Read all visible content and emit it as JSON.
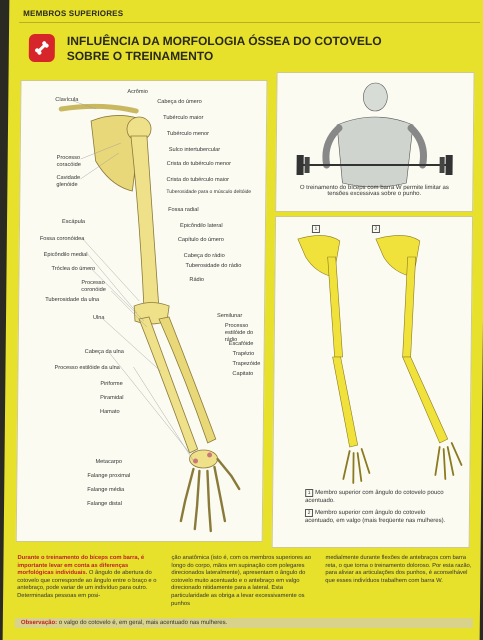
{
  "header": {
    "section": "MEMBROS SUPERIORES"
  },
  "title": {
    "line1": "INFLUÊNCIA DA MORFOLOGIA ÓSSEA DO COTOVELO",
    "line2": "SOBRE O TREINAMENTO"
  },
  "icon": "bone-icon",
  "colors": {
    "page": "#e7e12c",
    "badge": "#d6262a",
    "bone": "#f0e23a",
    "accent": "#c0202a"
  },
  "labels_left": {
    "clavicula": "Clavícula",
    "processo_coracoide": "Processo coracóide",
    "cavidade_glenoide": "Cavidade glenóide",
    "escapula": "Escápula",
    "fossa_coronoidea": "Fossa coronóidea",
    "epicondilo_medial": "Epicôndilo medial",
    "troclea": "Tróclea do úmero",
    "processo_coronoide": "Processo coronóide",
    "tuberosidade_ulna": "Tuberosidade da ulna",
    "ulna": "Ulna",
    "cabeca_ulna": "Cabeça da ulna",
    "processo_estiloide_ulna": "Processo estilóide da ulna",
    "piriforme": "Piriforme",
    "piramidal": "Piramidal",
    "hamato": "Hamato",
    "metacarpo": "Metacarpo",
    "falange_proximal": "Falange proximal",
    "falange_media": "Falange média",
    "falange_distal": "Falange distal"
  },
  "labels_right": {
    "acromio": "Acrômio",
    "cabeca_umero": "Cabeça do úmero",
    "tuberculo_maior": "Tubérculo maior",
    "tuberculo_menor": "Tubérculo menor",
    "sulco": "Sulco intertubercular",
    "crista_menor": "Crista do tubérculo menor",
    "crista_maior": "Crista do tubérculo maior",
    "tuberosidade_deltoide": "Tuberosidade para o músculo deltóide",
    "fossa_radial": "Fossa radial",
    "epicondilo_lateral": "Epicôndilo lateral",
    "capitulo": "Capítulo do úmero",
    "cabeca_radio": "Cabeça do rádio",
    "tuberosidade_radio": "Tuberosidade do rádio",
    "radio": "Rádio",
    "semilunar": "Semilunar",
    "processo_estiloide_radio": "Processo estilóide do rádio",
    "escafoide": "Escafóide",
    "trapezio": "Trapézio",
    "trapezoide": "Trapezóide",
    "capitato": "Capitato"
  },
  "panel_top": {
    "caption": "O treinamento do bíceps com barra W permite limitar as tensões excessivas sobre o punho."
  },
  "panel_bottom": {
    "fig1": "1",
    "fig2": "2",
    "legend1": "Membro superior com ângulo do cotovelo pouco acentuado.",
    "legend2": "Membro superior com ângulo do cotovelo acentuado, em valgo (mais freqüente nas mulheres)."
  },
  "body_text": {
    "col1_bold": "Durante o treinamento do bíceps com barra, é importante levar em conta as diferenças morfológicas individuais.",
    "col1": "O ângulo de abertura do cotovelo que corresponde ao ângulo entre o braço e o antebraço, pode variar de um indivíduo para outro. Determinadas pessoas em posi-",
    "col2": "ção anatômica (isto é, com os membros superiores ao longo do corpo, mãos em supinação com polegares direcionados lateralmente), apresentam o ângulo do cotovelo muito acentuado e o antebraço em valgo direcionado nitidamente para a lateral. Esta particularidade as obriga a levar excessivamente os punhos",
    "col3": "medialmente durante flexões de antebraços com barra reta, o que torna o treinamento doloroso. Por esta razão, para aliviar as articulações dos punhos, é aconselhável que esses indivíduos trabalhem com barra W."
  },
  "observation": {
    "label": "Observação:",
    "text": "o valgo do cotovelo é, em geral, mais acentuado nas mulheres."
  }
}
